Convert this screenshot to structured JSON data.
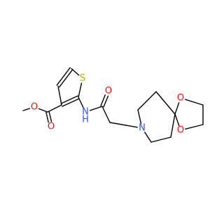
{
  "colors": {
    "bond": "#000000",
    "carbon": "#000000",
    "oxygen": "#ff0d0d",
    "nitrogen": "#3050f8",
    "sulfur": "#c8a800",
    "background": "#ffffff"
  },
  "atoms": [
    {
      "id": "C_me",
      "label": ""
    },
    {
      "id": "O_est",
      "label": "O"
    },
    {
      "id": "C_est",
      "label": ""
    },
    {
      "id": "O_carb",
      "label": "O"
    },
    {
      "id": "C3",
      "label": ""
    },
    {
      "id": "C4",
      "label": ""
    },
    {
      "id": "C5",
      "label": ""
    },
    {
      "id": "S1",
      "label": "S"
    },
    {
      "id": "C2",
      "label": ""
    },
    {
      "id": "N_am",
      "label": "N"
    },
    {
      "id": "H_am",
      "label": "H"
    },
    {
      "id": "C_am",
      "label": ""
    },
    {
      "id": "O_am",
      "label": "O"
    },
    {
      "id": "C_ch2",
      "label": ""
    },
    {
      "id": "N_pip",
      "label": "N"
    },
    {
      "id": "Cp1",
      "label": ""
    },
    {
      "id": "Cp2",
      "label": ""
    },
    {
      "id": "C_sp",
      "label": ""
    },
    {
      "id": "Cp3",
      "label": ""
    },
    {
      "id": "Cp4",
      "label": ""
    },
    {
      "id": "O_d1",
      "label": "O"
    },
    {
      "id": "Cd1",
      "label": ""
    },
    {
      "id": "Cd2",
      "label": ""
    },
    {
      "id": "O_d2",
      "label": "O"
    }
  ],
  "bonds": [
    {
      "a": "C_me",
      "b": "O_est",
      "order": 1
    },
    {
      "a": "O_est",
      "b": "C_est",
      "order": 1
    },
    {
      "a": "C_est",
      "b": "O_carb",
      "order": 2
    },
    {
      "a": "C_est",
      "b": "C3",
      "order": 1
    },
    {
      "a": "C3",
      "b": "C4",
      "order": 1
    },
    {
      "a": "C4",
      "b": "C5",
      "order": 2
    },
    {
      "a": "C5",
      "b": "S1",
      "order": 1
    },
    {
      "a": "S1",
      "b": "C2",
      "order": 1
    },
    {
      "a": "C2",
      "b": "C3",
      "order": 2
    },
    {
      "a": "C2",
      "b": "N_am",
      "order": 1
    },
    {
      "a": "N_am",
      "b": "C_am",
      "order": 1
    },
    {
      "a": "C_am",
      "b": "O_am",
      "order": 2
    },
    {
      "a": "C_am",
      "b": "C_ch2",
      "order": 1
    },
    {
      "a": "C_ch2",
      "b": "N_pip",
      "order": 1
    },
    {
      "a": "N_pip",
      "b": "Cp1",
      "order": 1
    },
    {
      "a": "Cp1",
      "b": "Cp2",
      "order": 1
    },
    {
      "a": "Cp2",
      "b": "C_sp",
      "order": 1
    },
    {
      "a": "C_sp",
      "b": "Cp3",
      "order": 1
    },
    {
      "a": "Cp3",
      "b": "Cp4",
      "order": 1
    },
    {
      "a": "Cp4",
      "b": "N_pip",
      "order": 1
    },
    {
      "a": "C_sp",
      "b": "O_d1",
      "order": 1
    },
    {
      "a": "O_d1",
      "b": "Cd1",
      "order": 1
    },
    {
      "a": "Cd1",
      "b": "Cd2",
      "order": 1
    },
    {
      "a": "Cd2",
      "b": "O_d2",
      "order": 1
    },
    {
      "a": "O_d2",
      "b": "C_sp",
      "order": 1
    }
  ]
}
